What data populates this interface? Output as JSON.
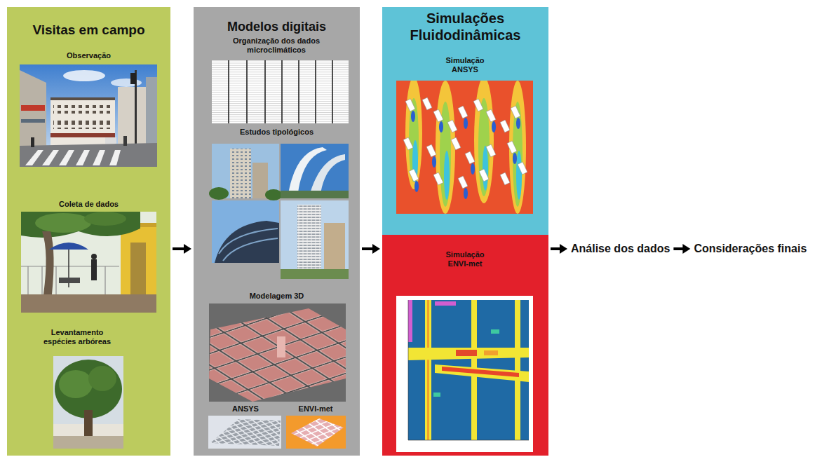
{
  "diagram": {
    "nodes": [
      {
        "text": [
          "Visitas em campo",
          "Observação",
          "Coleta de dados",
          "Levantamento espécies arbóreas"
        ]
      },
      {
        "text": [
          "Modelos digitais",
          "Organização dos dados microclimáticos",
          "Estudos tipológicos",
          "Modelagem 3D",
          "ANSYS",
          "ENVI-met"
        ]
      },
      {
        "text": [
          "Simulações Fluidodinâmicas",
          "Simulação ANSYS"
        ]
      },
      {
        "text": [
          "Simulação ENVI-met"
        ]
      },
      {
        "text": [
          "Análise dos dados"
        ]
      },
      {
        "text": [
          "Considerações finais"
        ]
      }
    ],
    "edges": [
      {
        "from": 0,
        "to": 1,
        "arrow": "to"
      },
      {
        "from": 1,
        "to": 3,
        "arrow": "to"
      },
      {
        "from": 3,
        "to": 4,
        "arrow": "to"
      },
      {
        "from": 4,
        "to": 5,
        "arrow": "to"
      }
    ]
  }
}
